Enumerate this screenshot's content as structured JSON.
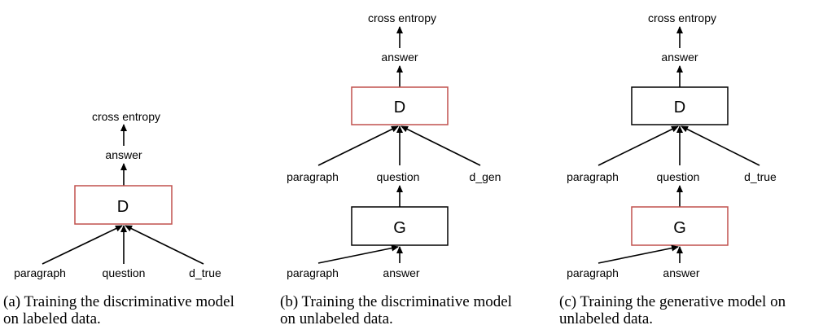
{
  "colors": {
    "highlight": "#c0504d",
    "normal": "#000000"
  },
  "panels": [
    {
      "id": "a",
      "loss": "cross entropy",
      "output": "answer",
      "model": "D",
      "model_highlighted": true,
      "inputs": [
        "paragraph",
        "question",
        "d_true"
      ],
      "caption_lines": [
        "(a) Training the discriminative model",
        "on labeled data."
      ]
    },
    {
      "id": "b",
      "loss": "cross entropy",
      "output": "answer",
      "model": "D",
      "model_highlighted": true,
      "inputs": [
        "paragraph",
        "question",
        "d_gen"
      ],
      "generator": {
        "label": "G",
        "highlighted": false,
        "inputs": [
          "paragraph",
          "answer"
        ]
      },
      "caption_lines": [
        "(b) Training the discriminative model",
        "on unlabeled data."
      ]
    },
    {
      "id": "c",
      "loss": "cross entropy",
      "output": "answer",
      "model": "D",
      "model_highlighted": false,
      "inputs": [
        "paragraph",
        "question",
        "d_true"
      ],
      "generator": {
        "label": "G",
        "highlighted": true,
        "inputs": [
          "paragraph",
          "answer"
        ]
      },
      "caption_lines": [
        "(c) Training the generative model on",
        "unlabeled data."
      ]
    }
  ]
}
